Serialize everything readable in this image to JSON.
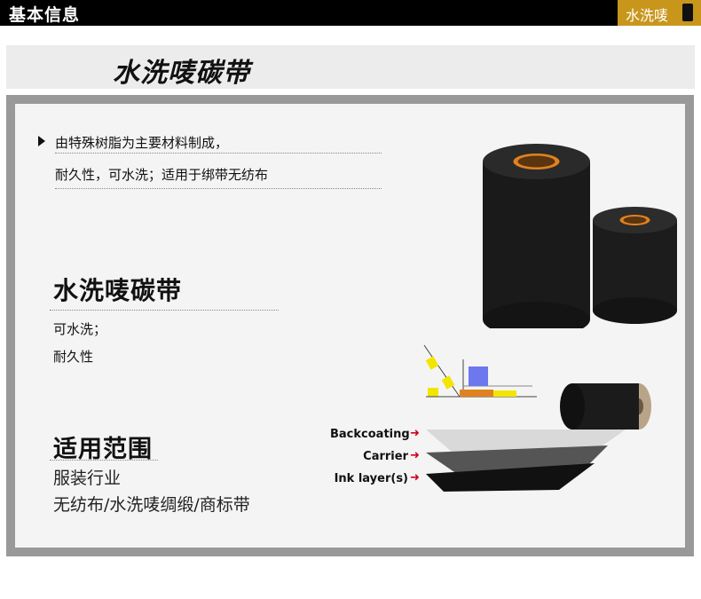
{
  "header": {
    "title": "基本信息",
    "tag_label": "水洗唛"
  },
  "banner": {
    "title": "水洗唛碳带"
  },
  "intro": {
    "line1": "由特殊树脂为主要材料制成，",
    "line2": "耐久性，可水洗；适用于绑带无纺布"
  },
  "product": {
    "name": "水洗唛碳带",
    "feature1": "可水洗；",
    "feature2": "耐久性"
  },
  "usage": {
    "heading": "适用范围",
    "industry": "服装行业",
    "materials": "无纺布/水洗唛绸缎/商标带"
  },
  "ribbon_layers": {
    "backcoating": "Backcoating",
    "carrier": "Carrier",
    "ink": "Ink layer(s)"
  },
  "colors": {
    "tag_gold": "#c9961c",
    "panel_border": "#999999",
    "arrow_red": "#d1001c",
    "roll_core_orange": "#e0821f"
  }
}
